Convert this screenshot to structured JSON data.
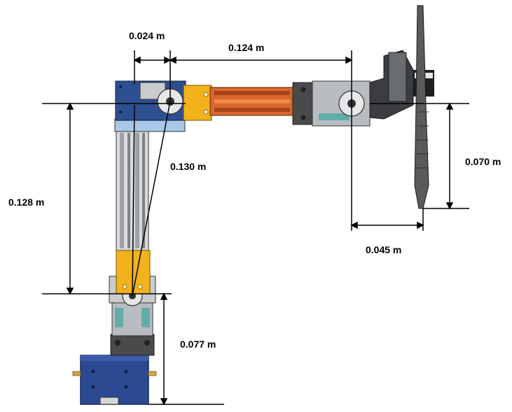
{
  "figure": {
    "dimensions": [
      {
        "id": "offset-top",
        "label": "0.024 m"
      },
      {
        "id": "upper-arm",
        "label": "0.124 m"
      },
      {
        "id": "forearm-diagonal",
        "label": "0.130 m"
      },
      {
        "id": "forearm-vertical",
        "label": "0.128 m"
      },
      {
        "id": "gripper-vertical",
        "label": "0.070 m"
      },
      {
        "id": "gripper-horizontal",
        "label": "0.045 m"
      },
      {
        "id": "base-height",
        "label": "0.077 m"
      }
    ],
    "colors": {
      "blue_bracket": "#2e4f8f",
      "light_blue": "#a9c7e6",
      "gold_bracket": "#f2b21c",
      "copper_link": "#d9662b",
      "grey_servo": "#b9bcc0",
      "dark_grey": "#4a4a4a",
      "steel": "#d4d6d8",
      "base_blue": "#2b4a92",
      "pen": "#5a5a5a"
    }
  }
}
